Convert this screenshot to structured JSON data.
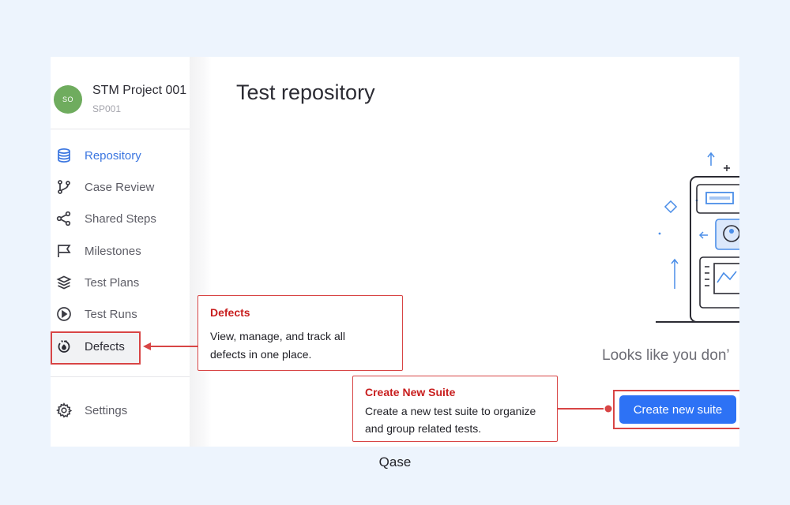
{
  "project": {
    "avatar_initials": "SO",
    "name": "STM Project 001",
    "code": "SP001",
    "avatar_color": "#6fac5e"
  },
  "sidebar": {
    "items": [
      {
        "label": "Repository",
        "icon": "database-icon",
        "active": true
      },
      {
        "label": "Case Review",
        "icon": "git-branch-icon"
      },
      {
        "label": "Shared Steps",
        "icon": "share-icon"
      },
      {
        "label": "Milestones",
        "icon": "flag-icon"
      },
      {
        "label": "Test Plans",
        "icon": "layers-icon"
      },
      {
        "label": "Test Runs",
        "icon": "play-circle-icon"
      },
      {
        "label": "Defects",
        "icon": "bug-icon"
      }
    ],
    "settings_label": "Settings",
    "settings_icon": "gear-icon"
  },
  "main": {
    "title": "Test repository",
    "empty_text": "Looks like you don’",
    "create_button_label": "Create new suite",
    "illustration_icon": "document-illustration-icon"
  },
  "callouts": {
    "defects": {
      "title": "Defects",
      "body_line1": "View, manage, and track all",
      "body_line2": "defects in one place."
    },
    "create": {
      "title": "Create New Suite",
      "body_line1": "Create a new test suite to organize",
      "body_line2": "and group related tests."
    }
  },
  "caption": "Qase",
  "colors": {
    "accent": "#2d72f5",
    "active_nav": "#3b76e0",
    "annotation_red": "#d84545",
    "background": "#edf4fd"
  }
}
